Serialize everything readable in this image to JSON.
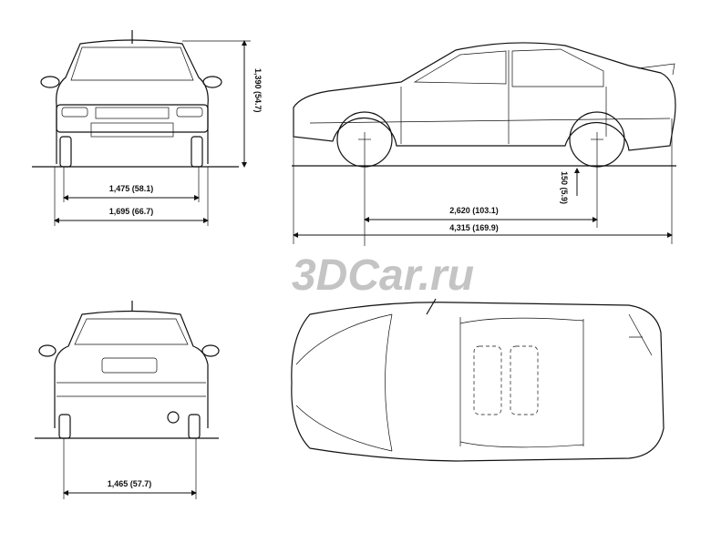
{
  "watermark": "3DCar.ru",
  "dimensions": {
    "height": "1,390 (54.7)",
    "front_track": "1,475 (58.1)",
    "overall_width": "1,695 (66.7)",
    "wheelbase": "2,620 (103.1)",
    "overall_length": "4,315 (169.9)",
    "ground_clearance": "150 (5.9)",
    "rear_track": "1,465 (57.7)"
  }
}
